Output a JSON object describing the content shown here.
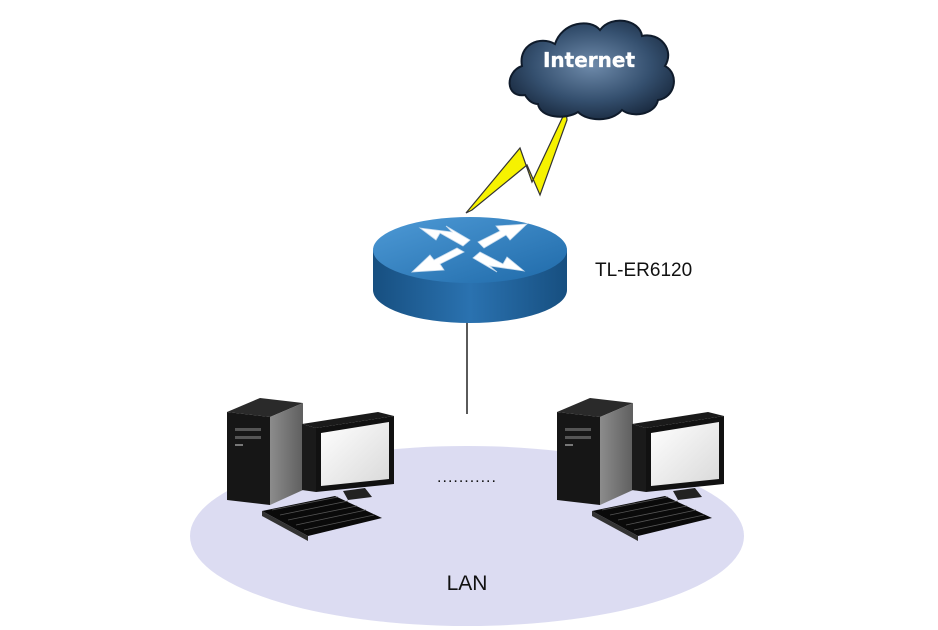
{
  "cloud": {
    "label": "Internet"
  },
  "router": {
    "label": "TL-ER6120"
  },
  "lan": {
    "label": "LAN",
    "ellipsis": "..........."
  },
  "colors": {
    "lan_fill": "#dcdcf2",
    "router_top": "#2f7fc1",
    "router_side": "#1d5e97",
    "cloud_dark": "#1e3350",
    "cloud_light": "#5c7796",
    "bolt_fill": "#f4f000",
    "monitor_body": "#ececec",
    "tower_body": "#7a7a7a",
    "keyboard": "#111111"
  }
}
